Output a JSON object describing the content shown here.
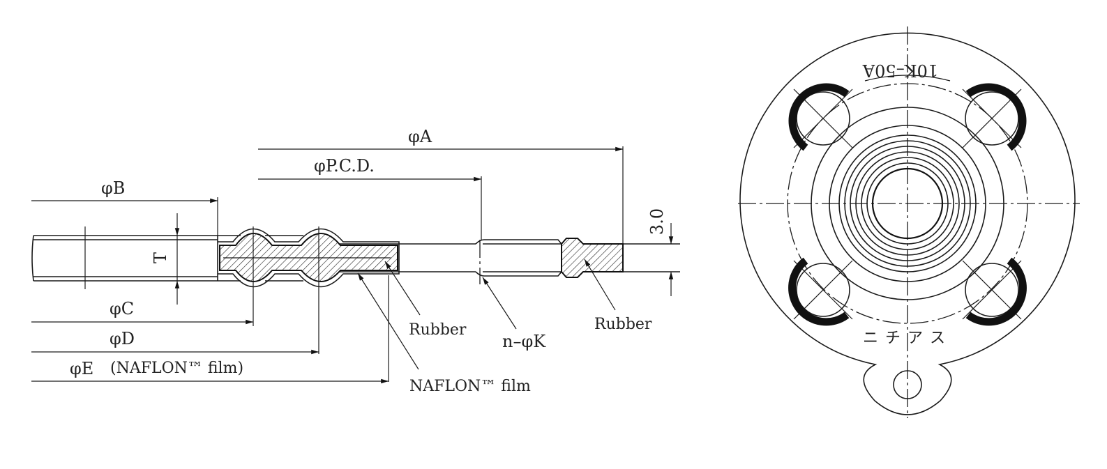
{
  "section_view": {
    "dims": {
      "phi_a": "φA",
      "phi_pcd": "φP.C.D.",
      "phi_b": "φB",
      "phi_c": "φC",
      "phi_d": "φD",
      "phi_e": "φE",
      "phi_e_note": "(NAFLON™ film)",
      "thickness_t": "T",
      "thickness_value": "3.0",
      "hole_spec": "n–φK"
    },
    "callouts": {
      "rubber_inner": "Rubber",
      "rubber_outer": "Rubber",
      "naflon_film": "NAFLON™ film"
    }
  },
  "plan_view": {
    "top_marking": "10K–50A",
    "bottom_marking": "ニチアス"
  }
}
